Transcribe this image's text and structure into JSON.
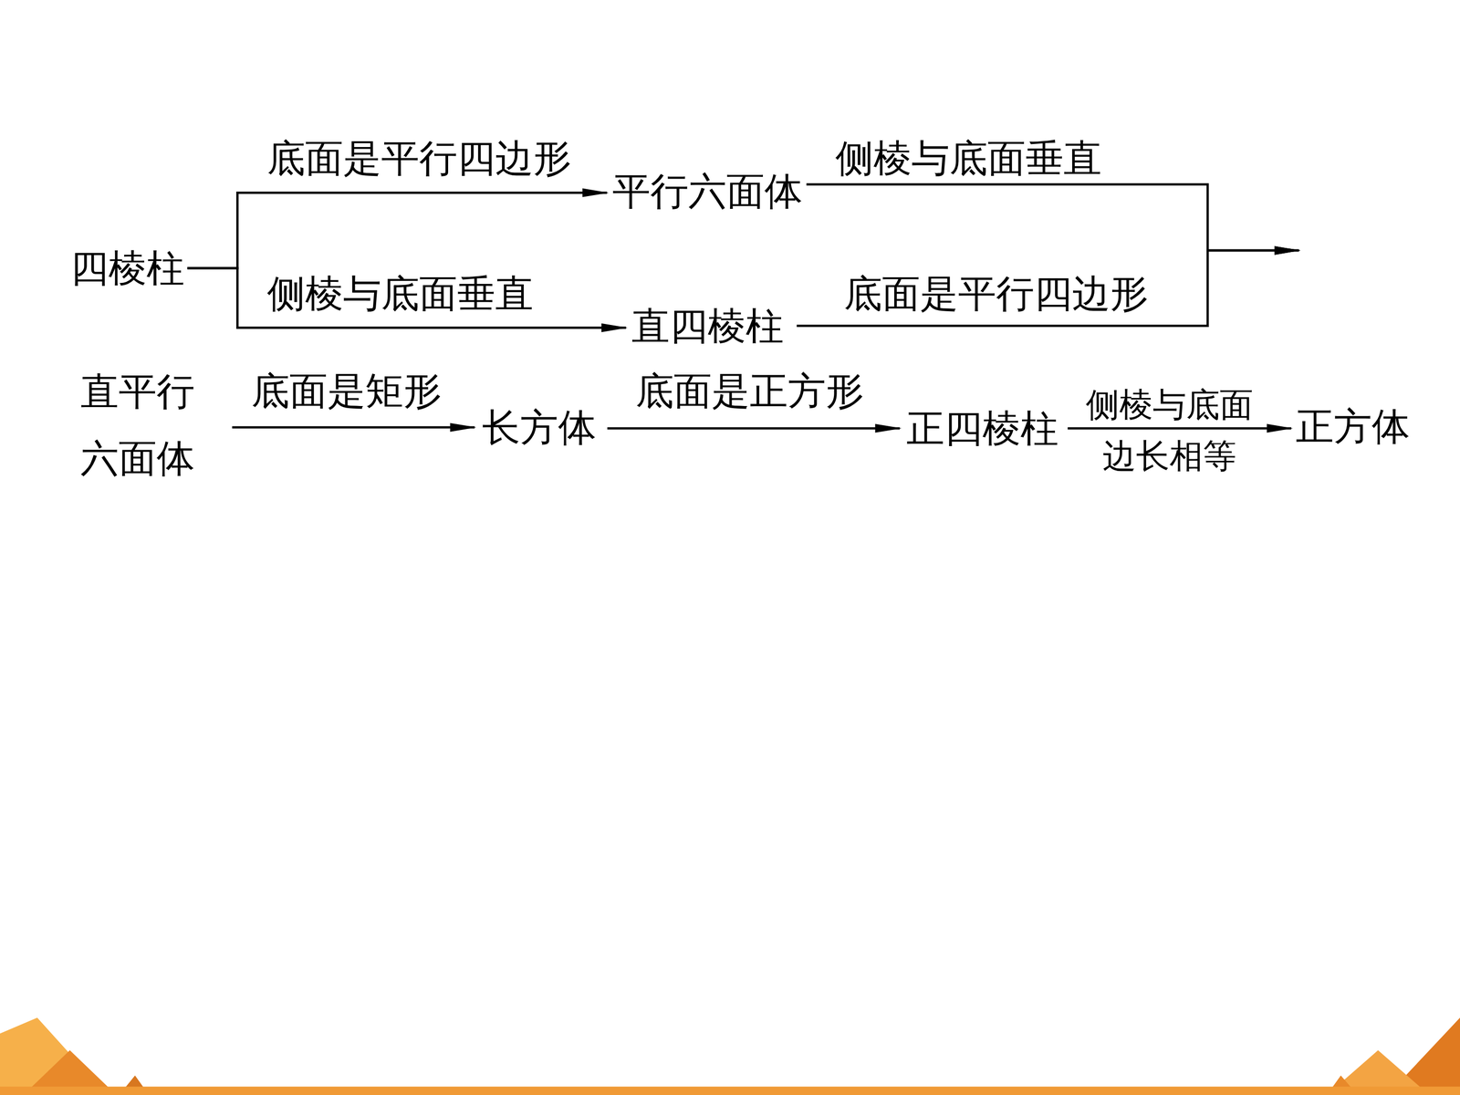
{
  "diagram": {
    "nodes": [
      {
        "text": [
          "四棱柱"
        ]
      },
      {
        "text": [
          "平行六面体"
        ]
      },
      {
        "text": [
          "直四棱柱"
        ]
      },
      {
        "text": [
          "直平行 六面体"
        ]
      },
      {
        "text": [
          "长方体"
        ]
      },
      {
        "text": [
          "正四棱柱"
        ]
      },
      {
        "text": [
          "正方体"
        ]
      }
    ],
    "edges": [
      {
        "from": 0,
        "to": 1,
        "label": "底面是平行四边形",
        "arrow": "to"
      },
      {
        "from": 0,
        "to": 2,
        "label": "侧棱与底面垂直",
        "arrow": "to"
      },
      {
        "from": 1,
        "to": 3,
        "label": "侧棱与底面垂直",
        "arrow": "to"
      },
      {
        "from": 2,
        "to": 3,
        "label": "底面是平行四边形",
        "arrow": "to"
      },
      {
        "from": 3,
        "to": 4,
        "label": "底面是矩形",
        "arrow": "to"
      },
      {
        "from": 4,
        "to": 5,
        "label": "底面是正方形",
        "arrow": "to"
      },
      {
        "from": 5,
        "to": 6,
        "label": "侧棱与底面 边长相等",
        "arrow": "to"
      }
    ]
  }
}
